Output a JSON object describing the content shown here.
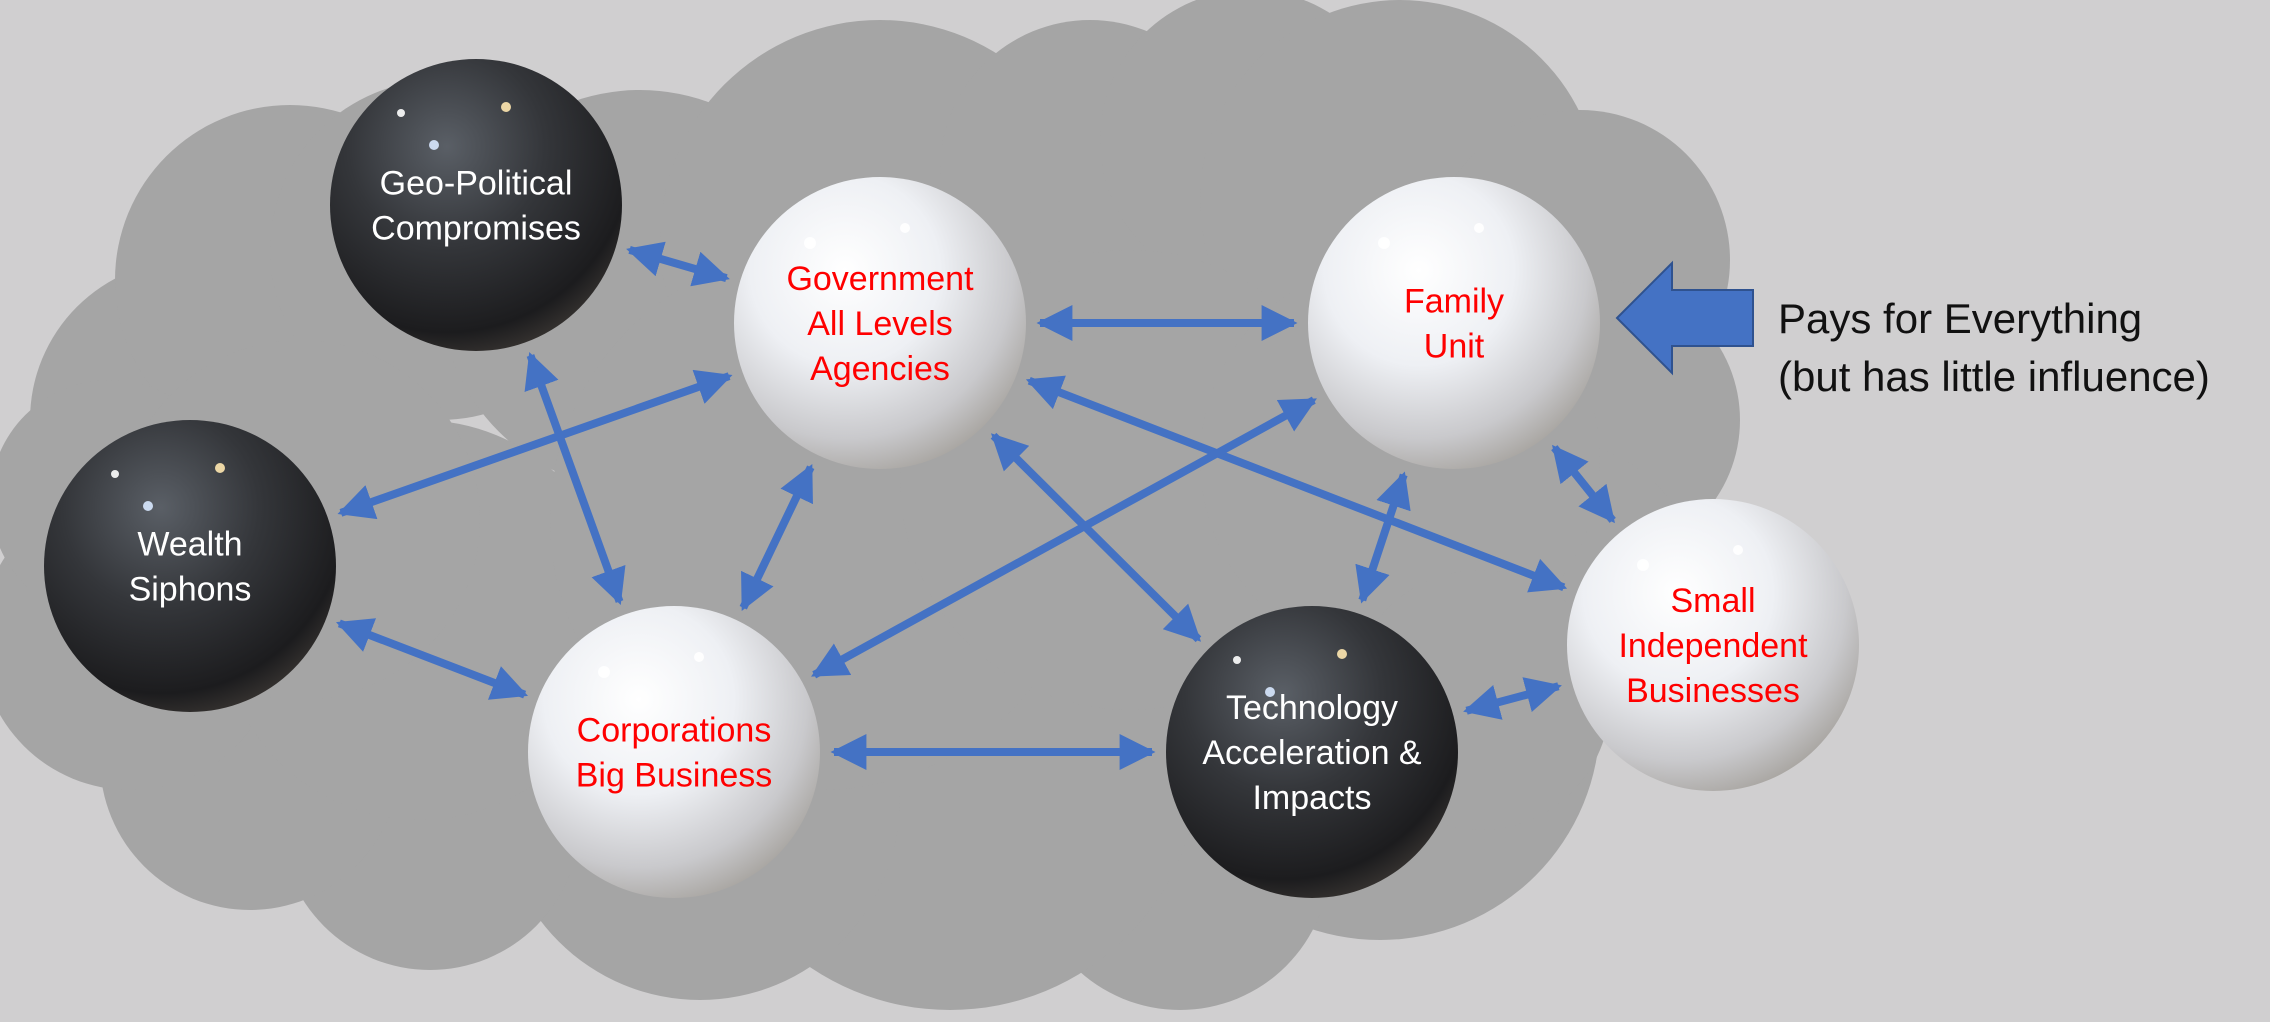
{
  "colors": {
    "background": "#d0cfd0",
    "cloud": "#a5a5a5",
    "arrow": "#4472c4",
    "label_red": "#ff0000",
    "label_white": "#ffffff",
    "caption_text": "#111111"
  },
  "nodes": [
    {
      "id": "geo-political",
      "lines": [
        "Geo-Political",
        "Compromises"
      ],
      "style": "dark"
    },
    {
      "id": "government",
      "lines": [
        "Government",
        "All Levels",
        "Agencies"
      ],
      "style": "light"
    },
    {
      "id": "family",
      "lines": [
        "Family",
        "Unit"
      ],
      "style": "light"
    },
    {
      "id": "wealth",
      "lines": [
        "Wealth",
        "Siphons"
      ],
      "style": "dark"
    },
    {
      "id": "corporations",
      "lines": [
        "Corporations",
        "Big Business"
      ],
      "style": "light"
    },
    {
      "id": "technology",
      "lines": [
        "Technology",
        "Acceleration &",
        "Impacts"
      ],
      "style": "dark"
    },
    {
      "id": "small-business",
      "lines": [
        "Small",
        "Independent",
        "Businesses"
      ],
      "style": "light"
    }
  ],
  "links": [
    {
      "from": "geo-political",
      "to": "government"
    },
    {
      "from": "geo-political",
      "to": "corporations"
    },
    {
      "from": "government",
      "to": "family"
    },
    {
      "from": "government",
      "to": "wealth"
    },
    {
      "from": "government",
      "to": "corporations"
    },
    {
      "from": "government",
      "to": "technology"
    },
    {
      "from": "government",
      "to": "small-business"
    },
    {
      "from": "family",
      "to": "corporations"
    },
    {
      "from": "family",
      "to": "technology"
    },
    {
      "from": "family",
      "to": "small-business"
    },
    {
      "from": "wealth",
      "to": "corporations"
    },
    {
      "from": "corporations",
      "to": "technology"
    },
    {
      "from": "technology",
      "to": "small-business"
    }
  ],
  "pointer": {
    "target": "family",
    "direction": "left"
  },
  "caption": {
    "line1": "Pays for Everything",
    "line2": "(but has little influence)"
  }
}
